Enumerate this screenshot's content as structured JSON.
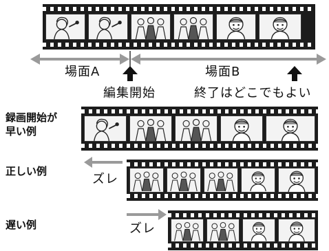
{
  "top": {
    "scene_a": "場面A",
    "scene_b": "場面B",
    "start_caption": "編集開始",
    "end_caption": "終了はどこでもよい"
  },
  "rows": [
    {
      "label_line1": "録画開始が",
      "label_line2": "早い例",
      "shift_text": ""
    },
    {
      "label_line1": "正しい例",
      "label_line2": "",
      "shift_text": "ズレ"
    },
    {
      "label_line1": "遅い例",
      "label_line2": "",
      "shift_text": "ズレ"
    }
  ],
  "colors": {
    "film": "#1c1c1c",
    "arrow_gray": "#9a9a9a",
    "frame_bg": "#f3f3f3"
  },
  "frames_top": [
    "singer-icon",
    "singer-icon",
    "crowd-icon",
    "crowd-icon",
    "boy-icon",
    "boy-icon"
  ],
  "frames_early": [
    "singer-icon",
    "crowd-icon",
    "crowd-icon",
    "boy-icon",
    "boy-icon"
  ],
  "frames_correct": [
    "crowd-icon",
    "crowd-icon",
    "crowd-icon",
    "boy-icon",
    "boy-icon"
  ],
  "frames_late": [
    "crowd-icon",
    "crowd-icon",
    "boy-icon",
    "boy-icon"
  ]
}
